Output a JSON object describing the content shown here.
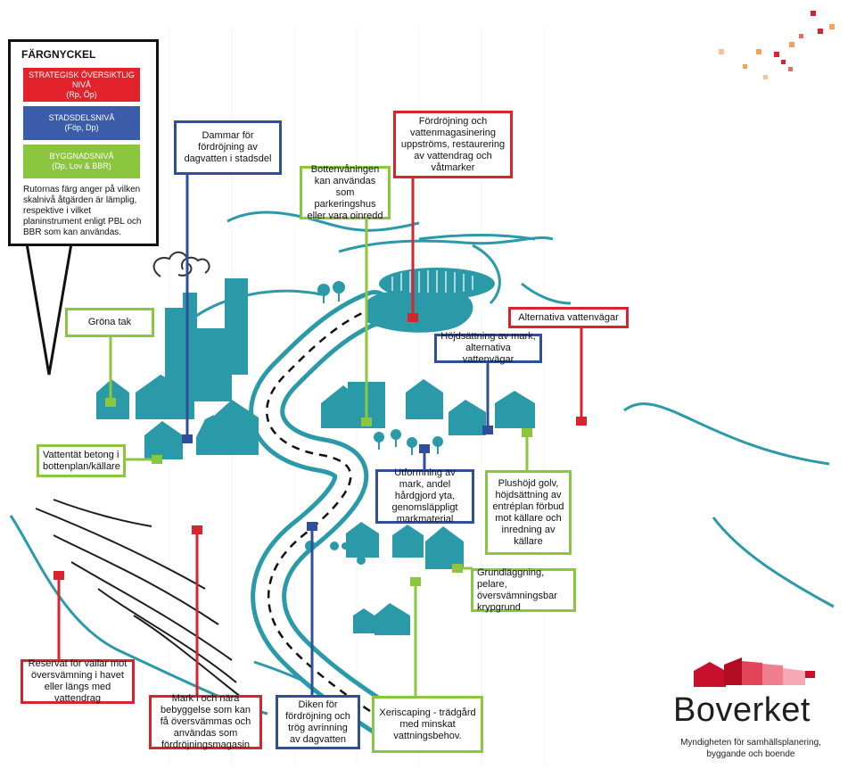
{
  "colors": {
    "strategic": "#e3232b",
    "district": "#3b5ca8",
    "building": "#8cc63f",
    "scene": "#2a9aa8",
    "brand": "#c8102e"
  },
  "legend": {
    "title": "FÄRGNYCKEL",
    "levels": [
      {
        "name": "STRATEGISK ÖVERSIKTLIG NIVÅ",
        "plans": "(Rp, Öp)"
      },
      {
        "name": "STADSDELSNIVÅ",
        "plans": "(Föp, Dp)"
      },
      {
        "name": "BYGGNADSNIVÅ",
        "plans": "(Dp, Lov & BBR)"
      }
    ],
    "description": "Rutornas färg anger på vilken skalnivå åtgärden är lämplig, respektive i vilket planinstrument enligt PBL och BBR som kan användas."
  },
  "labels": {
    "dammar": "Dammar för fördröjning av dagvatten i stadsdel",
    "fordrojning": "Fördröjning och vattenmagasinering uppströms, restaurering av vattendrag och våtmarker",
    "bottenvaningen": "Bottenvåningen kan användas som parkeringshus eller vara oinredd",
    "grona_tak": "Gröna tak",
    "alternativa": "Alternativa vattenvägar",
    "hojdsattning": "Höjdsättning av mark, alternativa vattenvägar",
    "vattentat": "Vattentät betong i bottenplan/källare",
    "utformning": "Utformning av mark, andel hårdgjord yta, genomsläppligt markmaterial",
    "plushojd": "Plushöjd golv, höjdsättning av entréplan förbud mot källare och inredning av källare",
    "grundlaggning": "Grundläggning, pelare, översvämningsbar krypgrund",
    "reservat": "Reservat för vallar mot översvämning i havet eller längs med vattendrag",
    "mark_nara": "Mark i och nära bebyggelse som kan få översvämmas och användas som fördröjningsmagasin",
    "diken": "Diken för fördröjning och trög avrinning av dagvatten",
    "xeriscaping": "Xeriscaping - trädgård med minskat vattningsbehov."
  },
  "brand": {
    "name": "Boverket",
    "tagline": "Myndigheten för samhällsplanering, byggande och boende"
  }
}
